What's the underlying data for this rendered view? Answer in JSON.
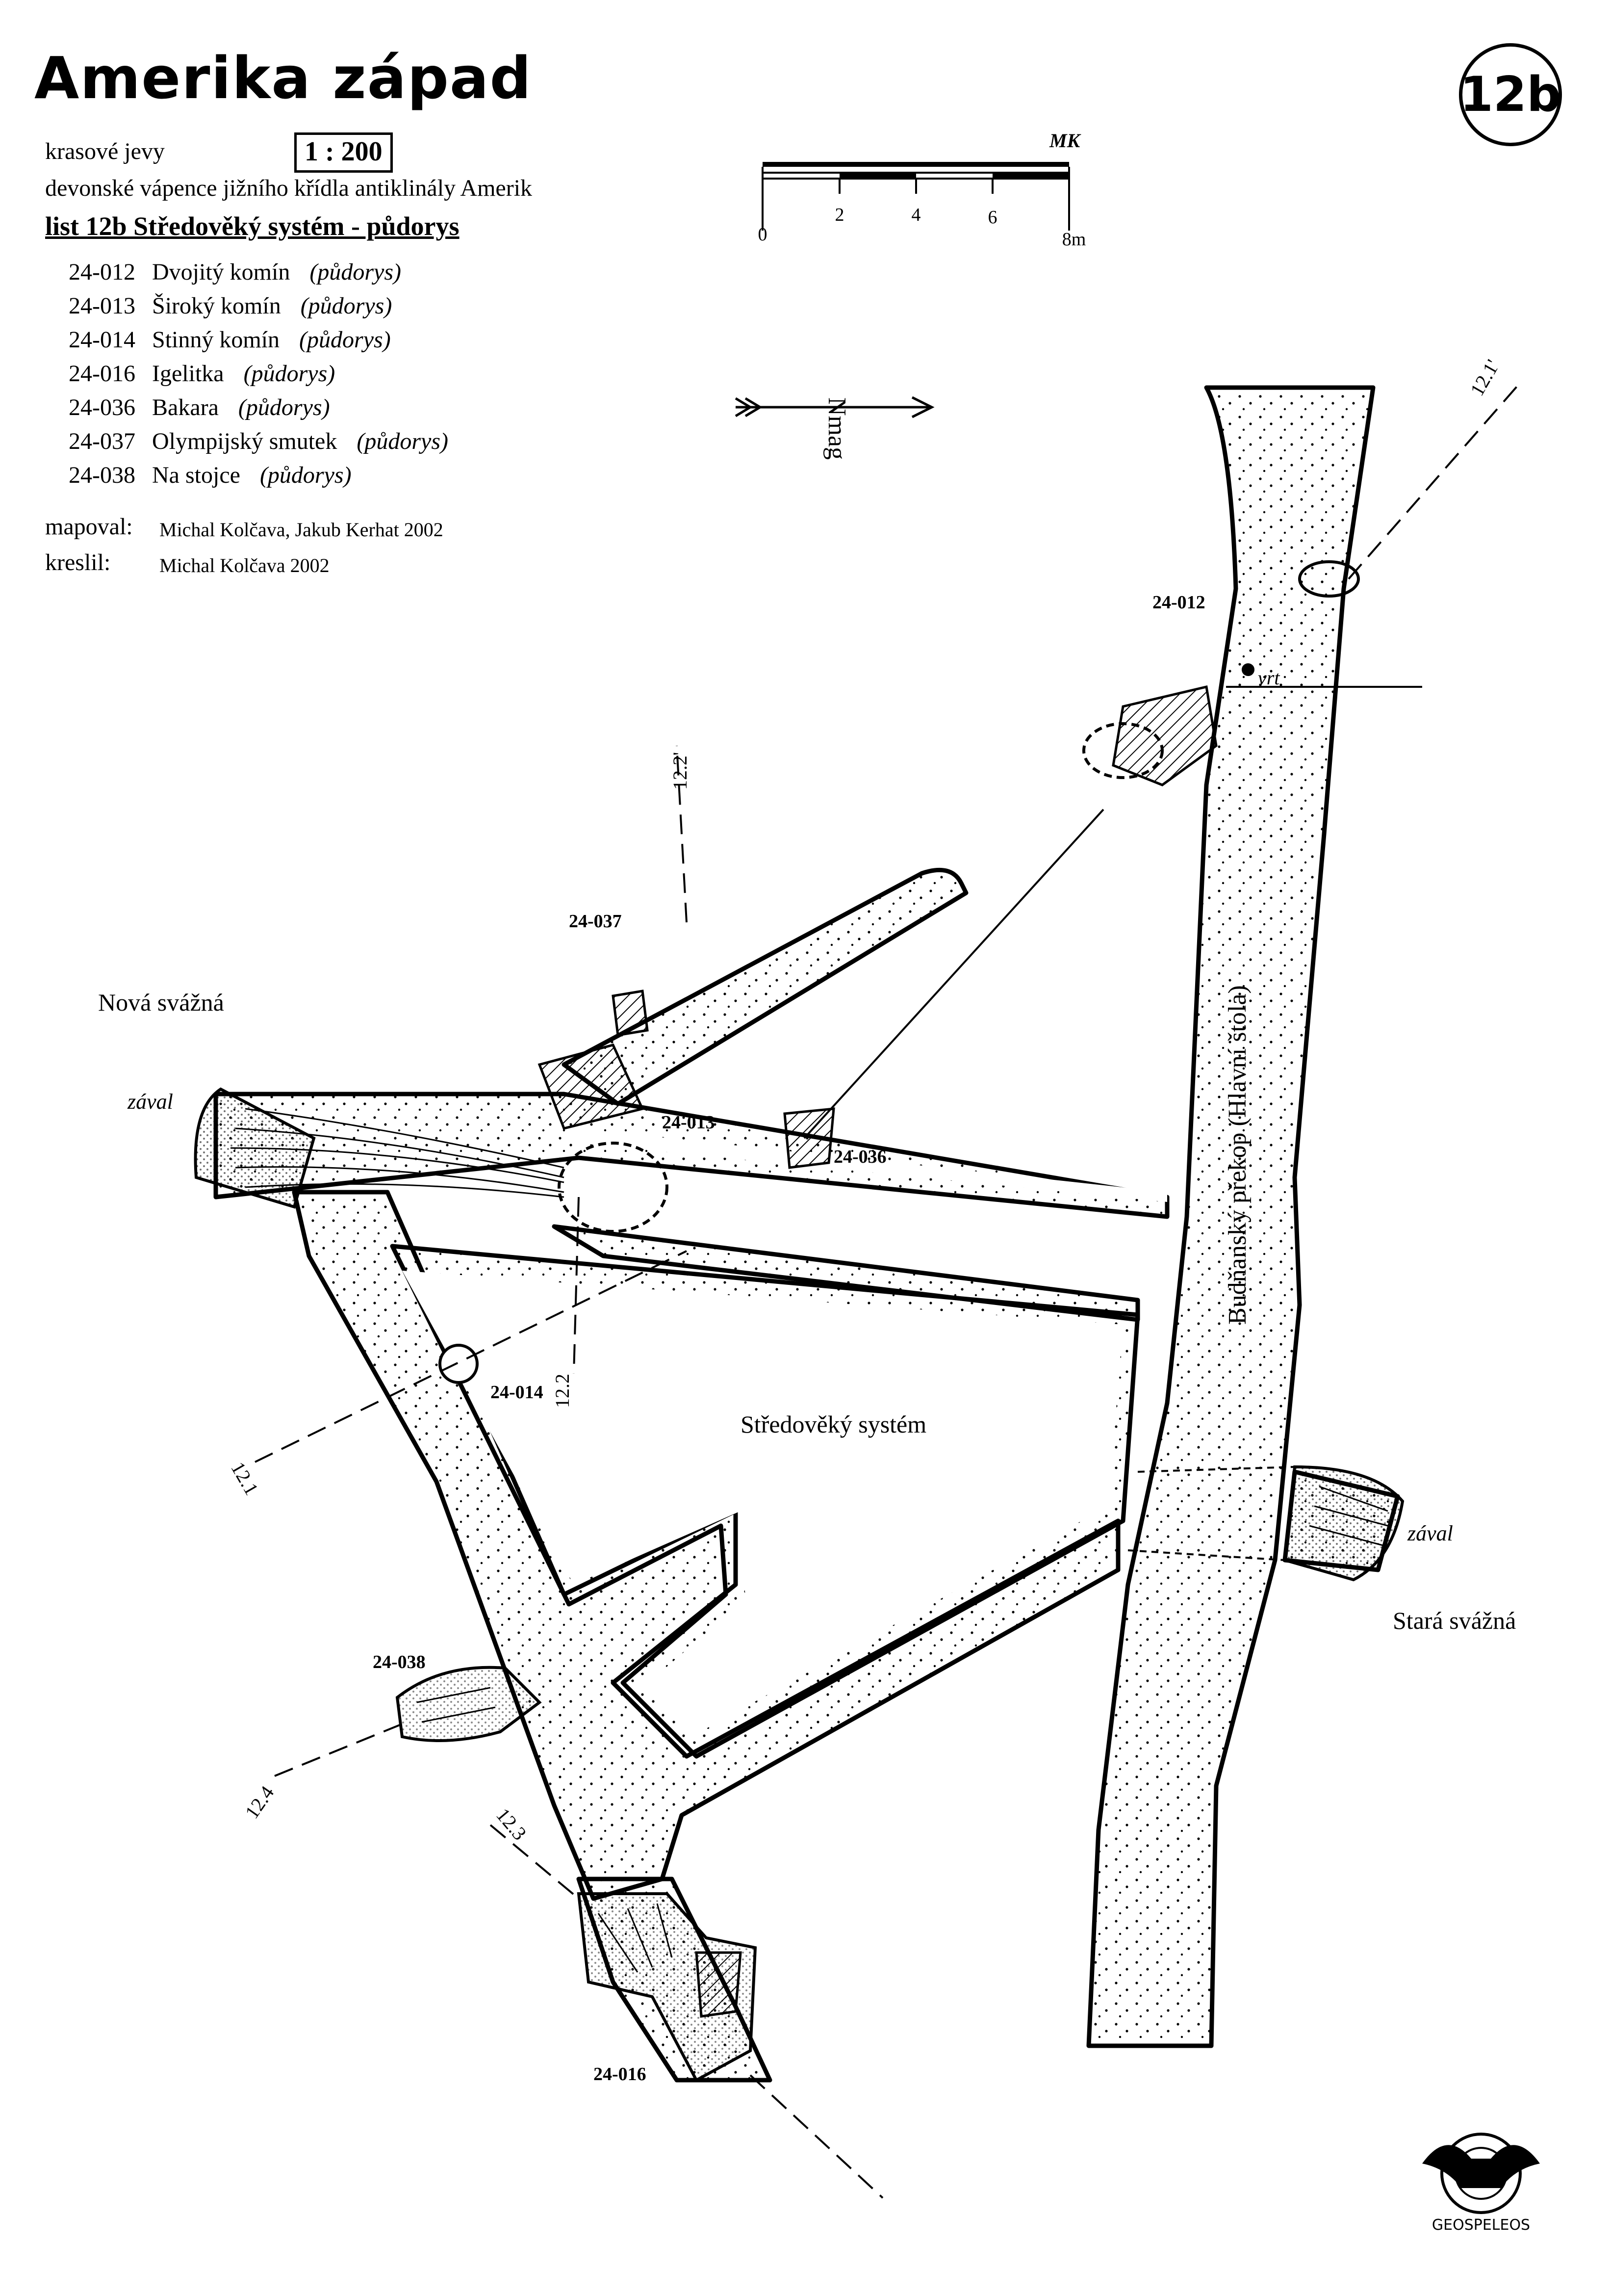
{
  "header": {
    "title": "Amerika západ",
    "sheet_badge": "12b",
    "line1": "krasové jevy",
    "scale_ratio": "1 : 200",
    "line2": "devonské vápence jižního křídla antiklinály Amerik",
    "subtitle": "list 12b  Středověký systém - půdorys"
  },
  "cave_list": [
    {
      "code": "24-012",
      "name": "Dvojitý komín",
      "note": "(půdorys)"
    },
    {
      "code": "24-013",
      "name": "Široký komín",
      "note": "(půdorys)"
    },
    {
      "code": "24-014",
      "name": "Stinný komín",
      "note": "(půdorys)"
    },
    {
      "code": "24-016",
      "name": "Igelitka",
      "note": "(půdorys)"
    },
    {
      "code": "24-036",
      "name": "Bakara",
      "note": "(půdorys)"
    },
    {
      "code": "24-037",
      "name": "Olympijský smutek",
      "note": "(půdorys)"
    },
    {
      "code": "24-038",
      "name": "Na stojce",
      "note": "(půdorys)"
    }
  ],
  "credits": {
    "mapped_label": "mapoval:",
    "mapped_value": "Michal Kolčava, Jakub Kerhat 2002",
    "drawn_label": "kreslil:",
    "drawn_value": "Michal Kolčava 2002"
  },
  "scale_bar": {
    "author_mark": "MK",
    "ticks": [
      "0",
      "2",
      "4",
      "6",
      "8m"
    ]
  },
  "north_arrow": {
    "label": "Nmag"
  },
  "map_labels": {
    "nova_svazna": "Nová svážná",
    "stara_svazna": "Stará svážná",
    "zaval_left": "zával",
    "zaval_right": "zával",
    "stredoveky_system": "Středověký systém",
    "budnansky_prekop": "Budňanský překop (Hlavní štola)",
    "vrt": "vrt",
    "c24_012": "24-012",
    "c24_013": "24-013",
    "c24_014": "24-014",
    "c24_016": "24-016",
    "c24_036": "24-036",
    "c24_037": "24-037",
    "c24_038": "24-038",
    "s12_1": "12.1",
    "s12_1p": "12.1'",
    "s12_2": "12.2",
    "s12_2p": "12.2'",
    "s12_3": "12.3",
    "s12_4": "12.4"
  },
  "logo": {
    "text": "GEOSPELEOS"
  }
}
